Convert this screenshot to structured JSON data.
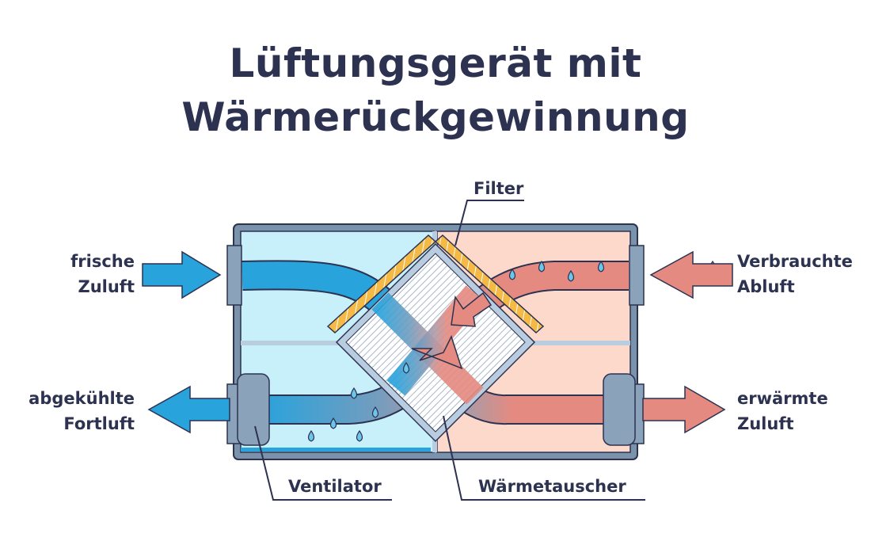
{
  "title": {
    "line1": "Lüftungsgerät mit",
    "line2": "Wärmerückgewinnung"
  },
  "labels": {
    "filter": "Filter",
    "ventilator": "Ventilator",
    "waermetauscher": "Wärmetauscher",
    "fresh_supply": {
      "line1": "frische",
      "line2": "Zuluft"
    },
    "cooled_exhaust": {
      "line1": "abgekühlte",
      "line2": "Fortluft"
    },
    "used_extract": {
      "line1": "Verbrauchte",
      "line2": "Abluft"
    },
    "warmed_supply": {
      "line1": "erwärmte",
      "line2": "Zuluft"
    }
  },
  "colors": {
    "text": "#2d3250",
    "cold": "#29a3dc",
    "warm": "#e58a80",
    "cold_bg": "#c8f0fa",
    "warm_bg": "#fdd9cc",
    "filter": "#f5b945",
    "frame": "#7a92aa"
  }
}
